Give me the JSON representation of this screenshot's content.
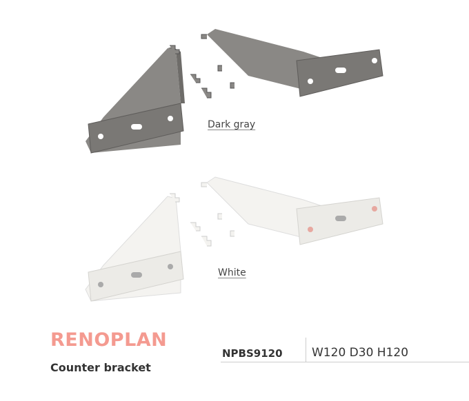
{
  "variants": [
    {
      "label": "Dark gray",
      "color": "#7e7c79"
    },
    {
      "label": "White",
      "color": "#f1f0ec"
    }
  ],
  "product": {
    "brand": "RENOPLAN",
    "name": "Counter bracket",
    "code": "NPBS9120",
    "dimensions": "W120 D30 H120"
  },
  "colors": {
    "brand": "#f49a90"
  }
}
